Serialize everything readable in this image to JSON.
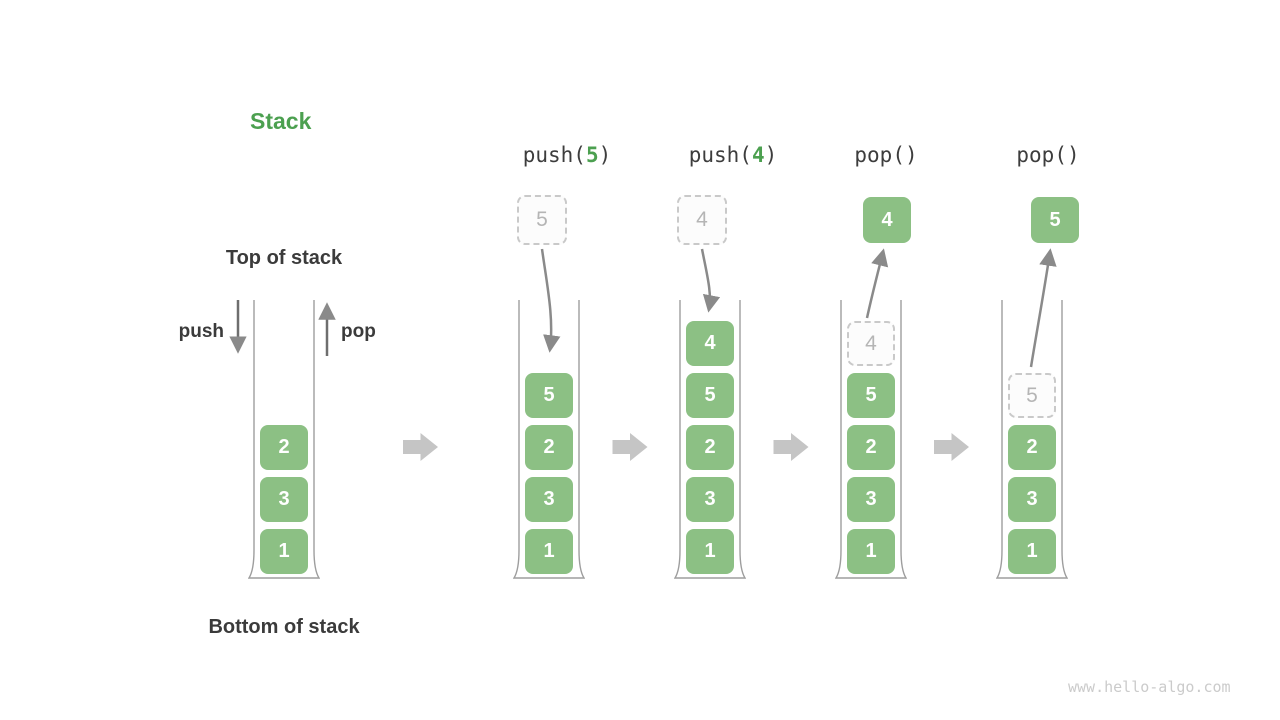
{
  "diagram": {
    "title": "Stack",
    "watermark": "www.hello-algo.com"
  },
  "labels": {
    "top_of_stack": "Top of stack",
    "bottom_of_stack": "Bottom of stack",
    "push": "push",
    "pop": "pop"
  },
  "colors": {
    "accent_green": "#4CA050",
    "cell_green": "#8CC084",
    "cell_text": "#FFFFFF",
    "dark_text": "#3B3B3B",
    "dashed_border": "#C9C9C9",
    "dashed_text": "#B5B5B5",
    "curve_arrow": "#8A8A8A",
    "block_arrow": "#C5C5C5"
  },
  "initial_column": {
    "cells": [
      {
        "value": "2",
        "style": "solid",
        "slot": 2
      },
      {
        "value": "3",
        "style": "solid",
        "slot": 3
      },
      {
        "value": "1",
        "style": "solid",
        "slot": 4
      }
    ]
  },
  "operations": [
    {
      "header_parts": [
        {
          "text": "push(",
          "accent": false
        },
        {
          "text": "5",
          "accent": true
        },
        {
          "text": ")",
          "accent": false
        }
      ],
      "floating_box": {
        "value": "5",
        "style": "dashed"
      },
      "cells": [
        {
          "value": "5",
          "style": "solid",
          "slot": 1
        },
        {
          "value": "2",
          "style": "solid",
          "slot": 2
        },
        {
          "value": "3",
          "style": "solid",
          "slot": 3
        },
        {
          "value": "1",
          "style": "solid",
          "slot": 4
        }
      ]
    },
    {
      "header_parts": [
        {
          "text": "push(",
          "accent": false
        },
        {
          "text": "4",
          "accent": true
        },
        {
          "text": ")",
          "accent": false
        }
      ],
      "floating_box": {
        "value": "4",
        "style": "dashed"
      },
      "cells": [
        {
          "value": "4",
          "style": "solid",
          "slot": 0
        },
        {
          "value": "5",
          "style": "solid",
          "slot": 1
        },
        {
          "value": "2",
          "style": "solid",
          "slot": 2
        },
        {
          "value": "3",
          "style": "solid",
          "slot": 3
        },
        {
          "value": "1",
          "style": "solid",
          "slot": 4
        }
      ]
    },
    {
      "header_parts": [
        {
          "text": "pop()",
          "accent": false
        }
      ],
      "floating_box": {
        "value": "4",
        "style": "solid"
      },
      "cells": [
        {
          "value": "4",
          "style": "dashed",
          "slot": 0
        },
        {
          "value": "5",
          "style": "solid",
          "slot": 1
        },
        {
          "value": "2",
          "style": "solid",
          "slot": 2
        },
        {
          "value": "3",
          "style": "solid",
          "slot": 3
        },
        {
          "value": "1",
          "style": "solid",
          "slot": 4
        }
      ]
    },
    {
      "header_parts": [
        {
          "text": "pop()",
          "accent": false
        }
      ],
      "floating_box": {
        "value": "5",
        "style": "solid"
      },
      "cells": [
        {
          "value": "5",
          "style": "dashed",
          "slot": 1
        },
        {
          "value": "2",
          "style": "solid",
          "slot": 2
        },
        {
          "value": "3",
          "style": "solid",
          "slot": 3
        },
        {
          "value": "1",
          "style": "solid",
          "slot": 4
        }
      ]
    }
  ]
}
